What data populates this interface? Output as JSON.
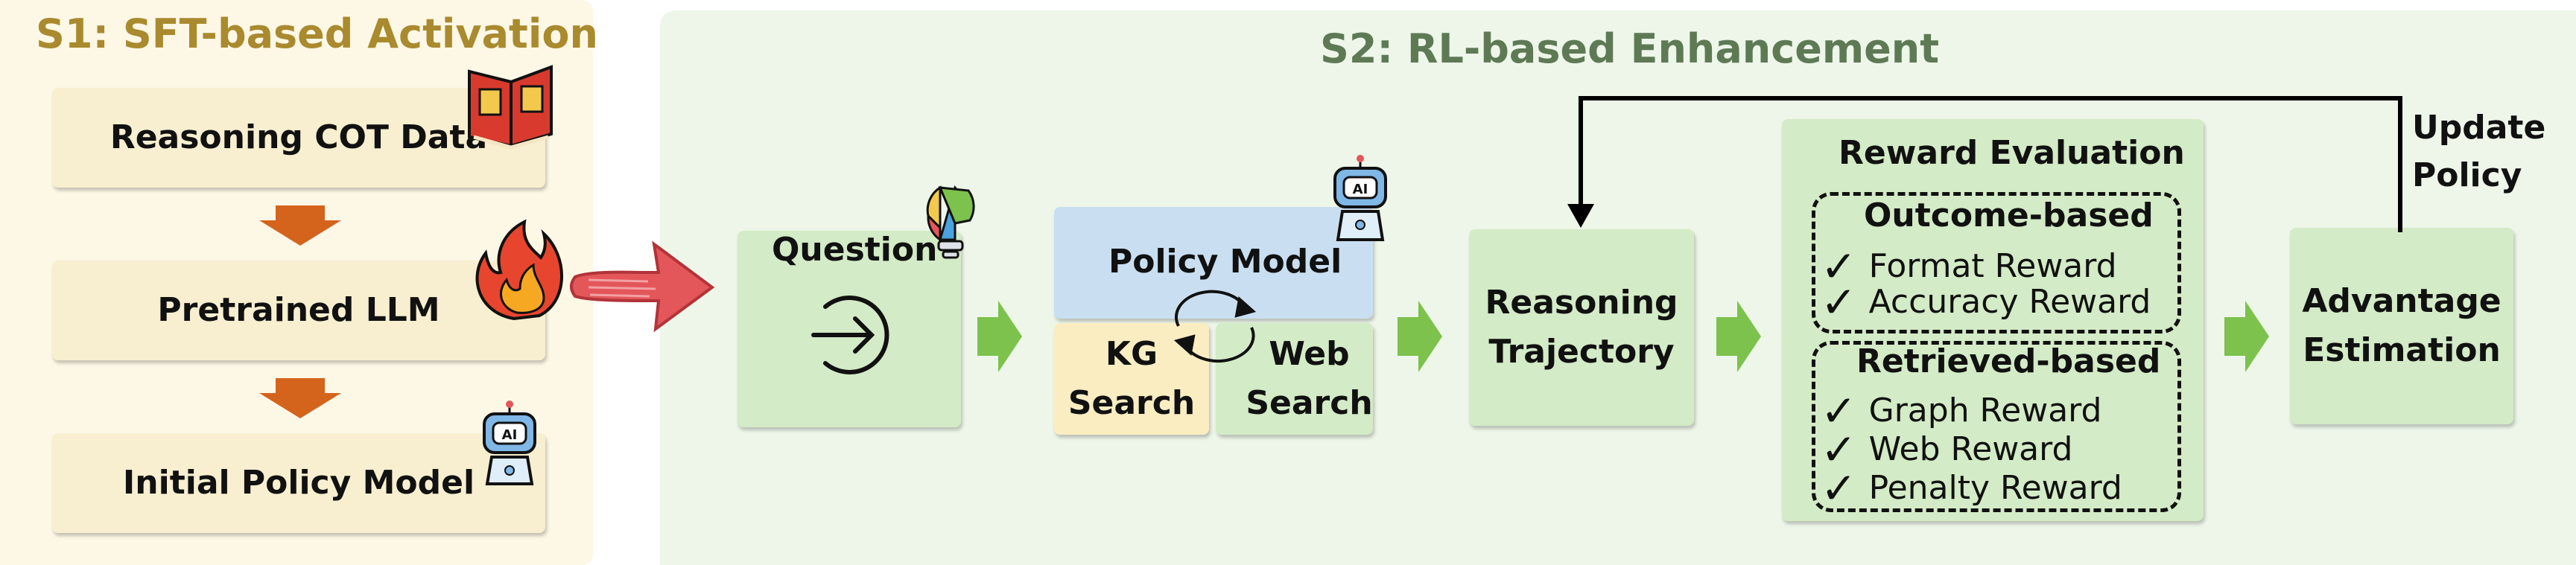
{
  "s1": {
    "title": "S1: SFT-based Activation",
    "boxes": [
      "Reasoning COT Data",
      "Pretrained LLM",
      "Initial Policy Model"
    ]
  },
  "s2": {
    "title": "S2: RL-based Enhancement",
    "question": "Question",
    "policy_model": "Policy Model",
    "kg_search_1": "KG",
    "kg_search_2": "Search",
    "web_search_1": "Web",
    "web_search_2": "Search",
    "trajectory_1": "Reasoning",
    "trajectory_2": "Trajectory",
    "reward_evaluation": "Reward Evaluation",
    "outcome_based": "Outcome-based",
    "outcome_rewards": [
      "Format Reward",
      "Accuracy Reward"
    ],
    "retrieved_based": "Retrieved-based",
    "retrieved_rewards": [
      "Graph Reward",
      "Web Reward",
      "Penalty Reward"
    ],
    "advantage_1": "Advantage",
    "advantage_2": "Estimation",
    "update_1": "Update",
    "update_2": "Policy",
    "check_mark": "✓",
    "robot_label": "AI"
  },
  "colors": {
    "s1_bg": "#fdf7e6",
    "s2_bg": "#edf6e9",
    "s1_title": "#a98a2e",
    "s2_title": "#5e7a55",
    "box_green": "#d3ebc6",
    "box_blue": "#c9dff1",
    "box_yellow": "#faedc2",
    "arrow_orange": "#d4631c",
    "arrow_green": "#7cc24c",
    "arrow_red": "#e3565a"
  },
  "icons": [
    "book-icon",
    "fire-icon",
    "robot-icon",
    "lightbulb-puzzle-icon",
    "enter-circle-icon",
    "cycle-arrows-icon"
  ]
}
